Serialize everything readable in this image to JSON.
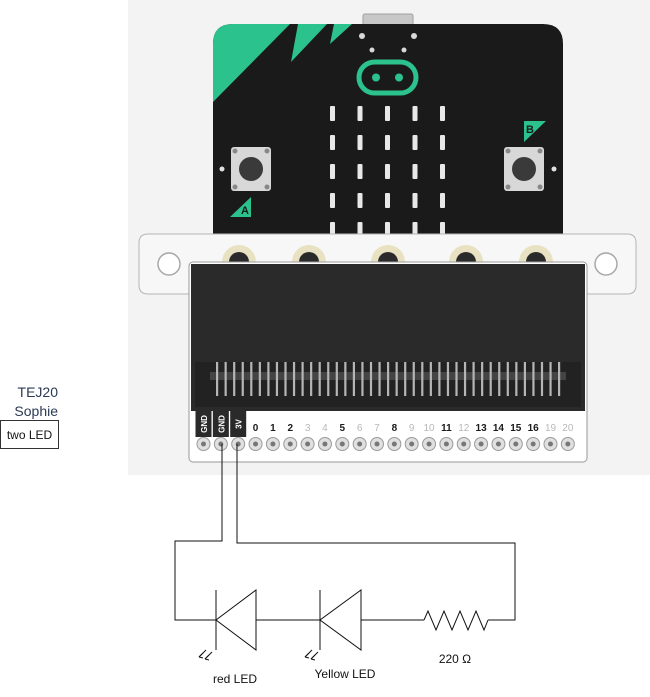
{
  "labels": {
    "course": "TEJ20",
    "author": "Sophie",
    "project": "two LED"
  },
  "microbit": {
    "button_a": "A",
    "button_b": "B"
  },
  "edge_connector": {
    "pins": [
      "GND",
      "GND",
      "3V",
      "0",
      "1",
      "2",
      "3",
      "4",
      "5",
      "6",
      "7",
      "8",
      "9",
      "10",
      "11",
      "12",
      "13",
      "14",
      "15",
      "16",
      "19",
      "20"
    ],
    "bold_pins": [
      "GND",
      "3V",
      "0",
      "1",
      "2",
      "5",
      "8",
      "11",
      "13",
      "14",
      "15",
      "16"
    ]
  },
  "circuit": {
    "red_led": "red LED",
    "yellow_led": "Yellow LED",
    "resistor": "220 Ω"
  },
  "colors": {
    "board": "#1a1a1a",
    "accent": "#2bc28e",
    "pad": "#e8e2c2",
    "breakout": "#2a2a2a"
  }
}
